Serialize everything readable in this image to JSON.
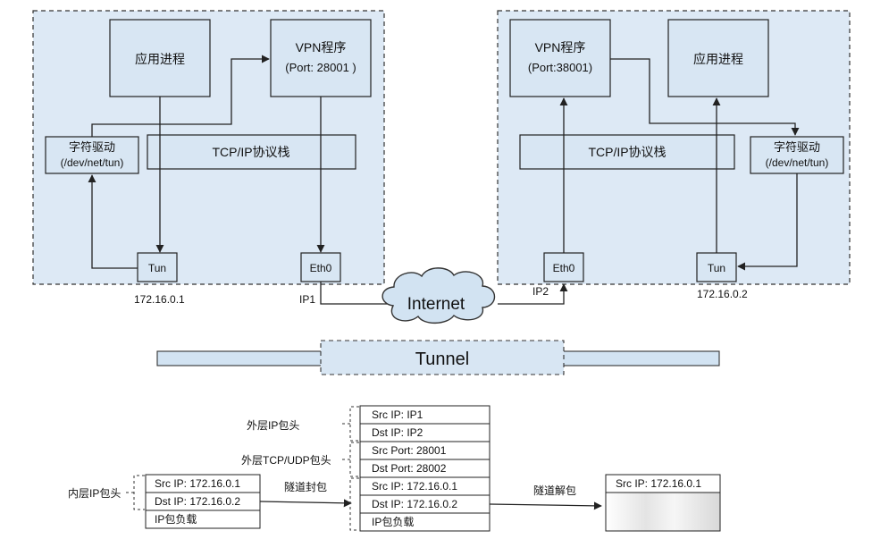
{
  "left_host": {
    "app_process": "应用进程",
    "vpn_title": "VPN程序",
    "vpn_port": "(Port: 28001 )",
    "char_driver": "字符驱动",
    "char_driver_path": "(/dev/net/tun)",
    "tcpip_stack": "TCP/IP协议栈",
    "tun": "Tun",
    "eth0": "Eth0",
    "tun_ip": "172.16.0.1",
    "eth_ip": "IP1"
  },
  "right_host": {
    "app_process": "应用进程",
    "vpn_title": "VPN程序",
    "vpn_port": "(Port:38001)",
    "char_driver": "字符驱动",
    "char_driver_path": "(/dev/net/tun)",
    "tcpip_stack": "TCP/IP协议栈",
    "tun": "Tun",
    "eth0": "Eth0",
    "tun_ip": "172.16.0.2",
    "eth_ip": "IP2"
  },
  "network": {
    "internet": "Internet",
    "tunnel": "Tunnel"
  },
  "packets": {
    "inner_header_label": "内层IP包头",
    "inner_rows": [
      "Src IP: 172.16.0.1",
      "Dst IP: 172.16.0.2",
      "IP包负载"
    ],
    "encap_label": "隧道封包",
    "outer_ip_label": "外层IP包头",
    "outer_tcp_label": "外层TCP/UDP包头",
    "outer_rows": [
      "Src IP: IP1",
      "Dst IP: IP2",
      "Src Port: 28001",
      "Dst Port: 28002",
      "Src IP: 172.16.0.1",
      "Dst IP: 172.16.0.2",
      "IP包负载"
    ],
    "decap_label": "隧道解包",
    "result_rows": [
      "Src IP: 172.16.0.1"
    ]
  }
}
